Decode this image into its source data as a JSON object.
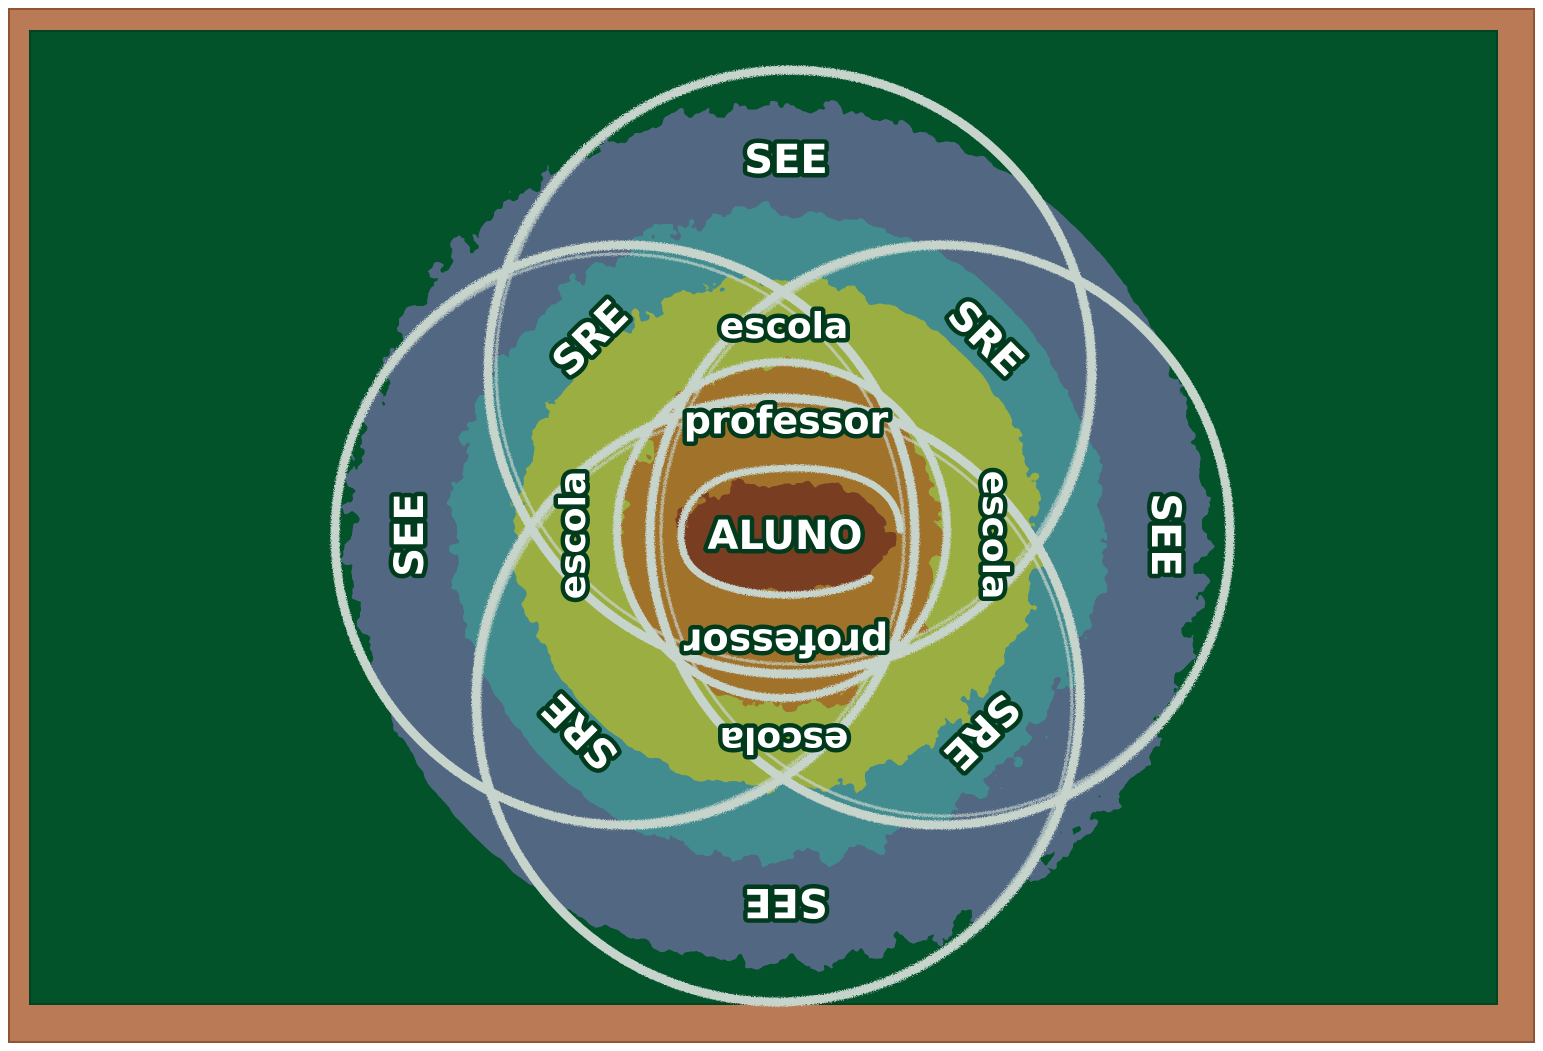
{
  "diagram": {
    "center_label": "ALUNO",
    "labels": {
      "see_top": "SEE",
      "see_left": "SEE",
      "see_right": "SEE",
      "see_bottom": "SEE",
      "sre_top_left": "SRE",
      "sre_top_right": "SRE",
      "sre_bottom_left": "SRE",
      "sre_bottom_right": "SRE",
      "escola_top": "escola",
      "escola_left": "escola",
      "escola_right": "escola",
      "escola_bottom": "escola",
      "professor_top": "professor",
      "professor_bottom": "professor"
    },
    "colors": {
      "frame": "#b97a55",
      "board": "#02522a",
      "chalk_outline": "#c7d4cc",
      "see_layer": "#5b6a8f",
      "sre_layer": "#4a9aa0",
      "escola_layer": "#c3c234",
      "professor_layer": "#b8772c",
      "aluno_layer": "#8a3a22"
    }
  }
}
